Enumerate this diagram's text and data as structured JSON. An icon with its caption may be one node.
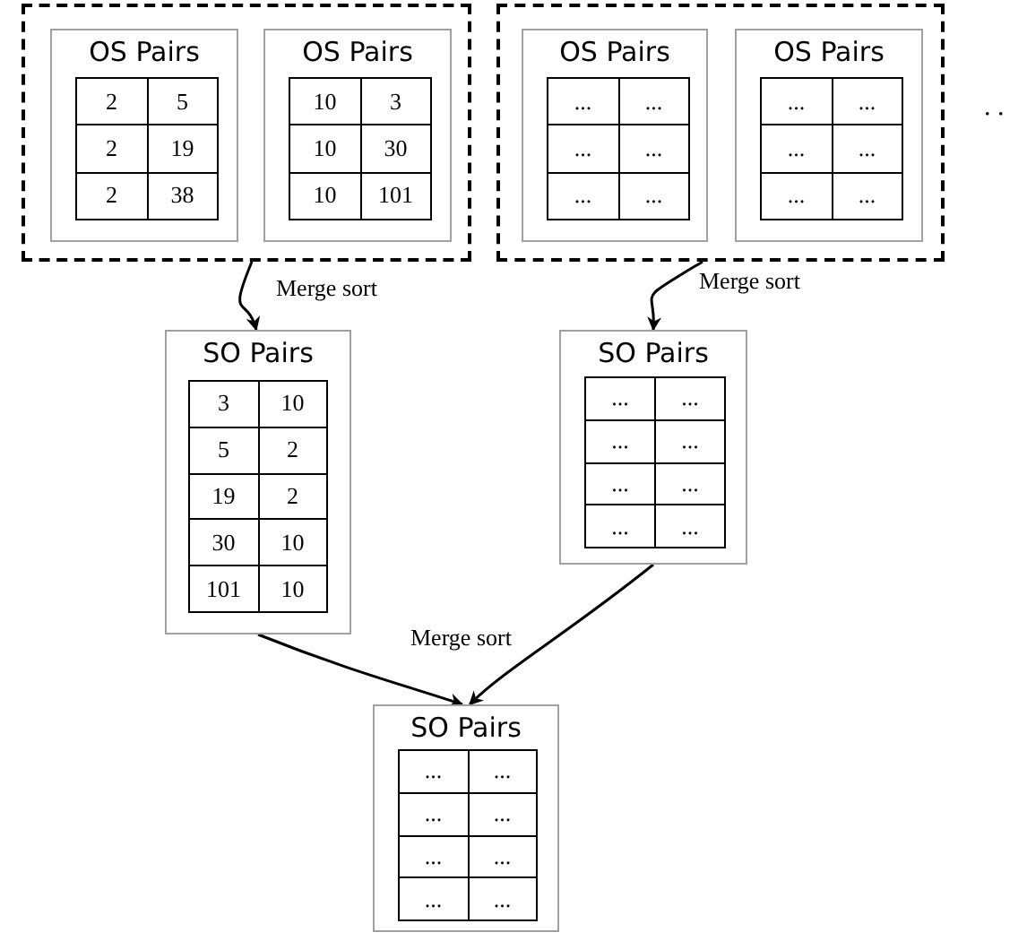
{
  "diagram": {
    "nodes": [
      {
        "text": [],
        "shape": "box"
      },
      {
        "text": [
          "OS Pairs",
          "2",
          "5",
          "2",
          "19",
          "2",
          "38"
        ],
        "in": 0
      },
      {
        "text": [
          "OS Pairs",
          "10",
          "3",
          "10",
          "30",
          "10",
          "101"
        ],
        "in": 0
      },
      {
        "text": [],
        "shape": "box"
      },
      {
        "text": [
          "OS Pairs",
          "...",
          "...",
          "...",
          "...",
          "...",
          "..."
        ],
        "in": 3
      },
      {
        "text": [
          "OS Pairs",
          "...",
          "...",
          "...",
          "...",
          "...",
          "..."
        ],
        "in": 3
      },
      {
        "text": [
          "SO Pairs",
          "3",
          "10",
          "5",
          "2",
          "19",
          "2",
          "30",
          "10",
          "101",
          "10"
        ]
      },
      {
        "text": [
          "SO Pairs",
          "...",
          "...",
          "...",
          "...",
          "...",
          "...",
          "...",
          "..."
        ]
      },
      {
        "text": [
          "SO Pairs",
          "...",
          "...",
          "...",
          "...",
          "...",
          "...",
          "...",
          "..."
        ]
      }
    ],
    "edges": [
      {
        "from": 0,
        "to": 6,
        "arrow": "to",
        "label": "Merge sort"
      },
      {
        "from": 3,
        "to": 7,
        "arrow": "to",
        "label": "Merge sort"
      },
      {
        "from": 6,
        "to": 8,
        "arrow": "to",
        "label": "Merge sort"
      },
      {
        "from": 7,
        "to": 8,
        "arrow": "to"
      }
    ],
    "labels": [
      ". ."
    ]
  }
}
